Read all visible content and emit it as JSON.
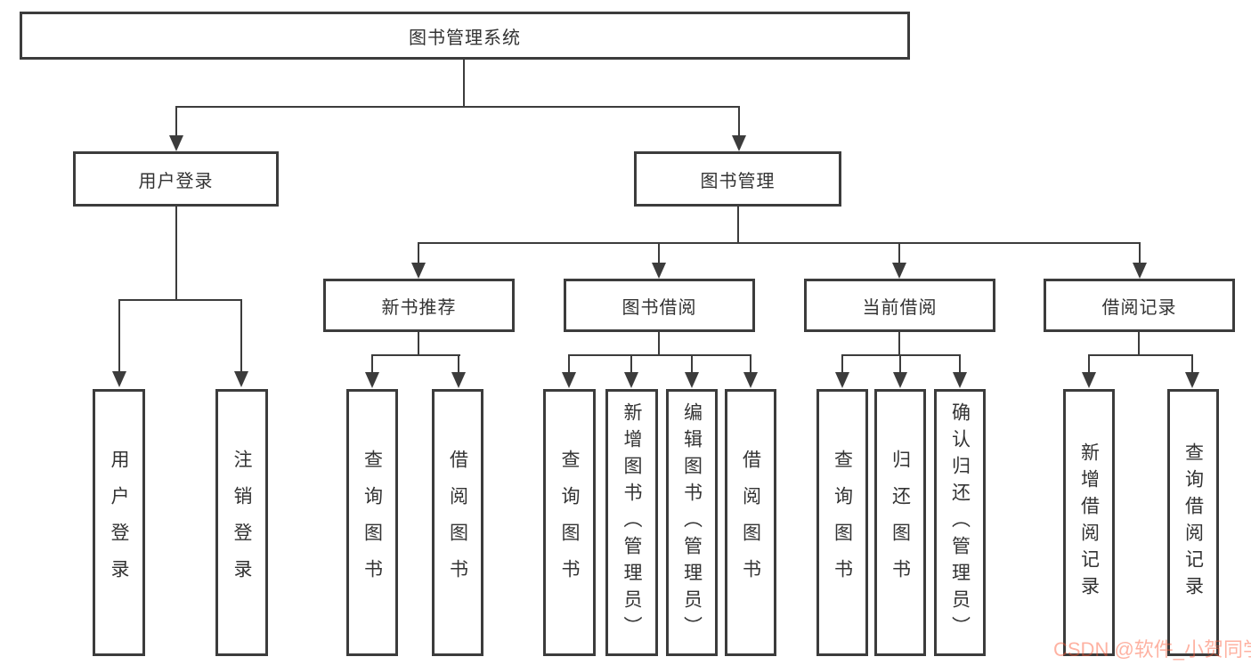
{
  "tree": {
    "label": "图书管理系统",
    "children": [
      {
        "label": "用户登录",
        "children": [
          {
            "label": "用户登录"
          },
          {
            "label": "注销登录"
          }
        ]
      },
      {
        "label": "图书管理",
        "children": [
          {
            "label": "新书推荐",
            "children": [
              {
                "label": "查询图书"
              },
              {
                "label": "借阅图书"
              }
            ]
          },
          {
            "label": "图书借阅",
            "children": [
              {
                "label": "查询图书"
              },
              {
                "label": "新增图书（管理员）"
              },
              {
                "label": "编辑图书（管理员）"
              },
              {
                "label": "借阅图书"
              }
            ]
          },
          {
            "label": "当前借阅",
            "children": [
              {
                "label": "查询图书"
              },
              {
                "label": "归还图书"
              },
              {
                "label": "确认归还（管理员）"
              }
            ]
          },
          {
            "label": "借阅记录",
            "children": [
              {
                "label": "新增借阅记录"
              },
              {
                "label": "查询借阅记录"
              }
            ]
          }
        ]
      }
    ]
  },
  "watermark": {
    "text": "CSDN @软件_小贺同学"
  },
  "colors": {
    "line": "#3c3c3c",
    "text": "#333333",
    "box_background": "#ffffff",
    "watermark": "#fc5531"
  }
}
